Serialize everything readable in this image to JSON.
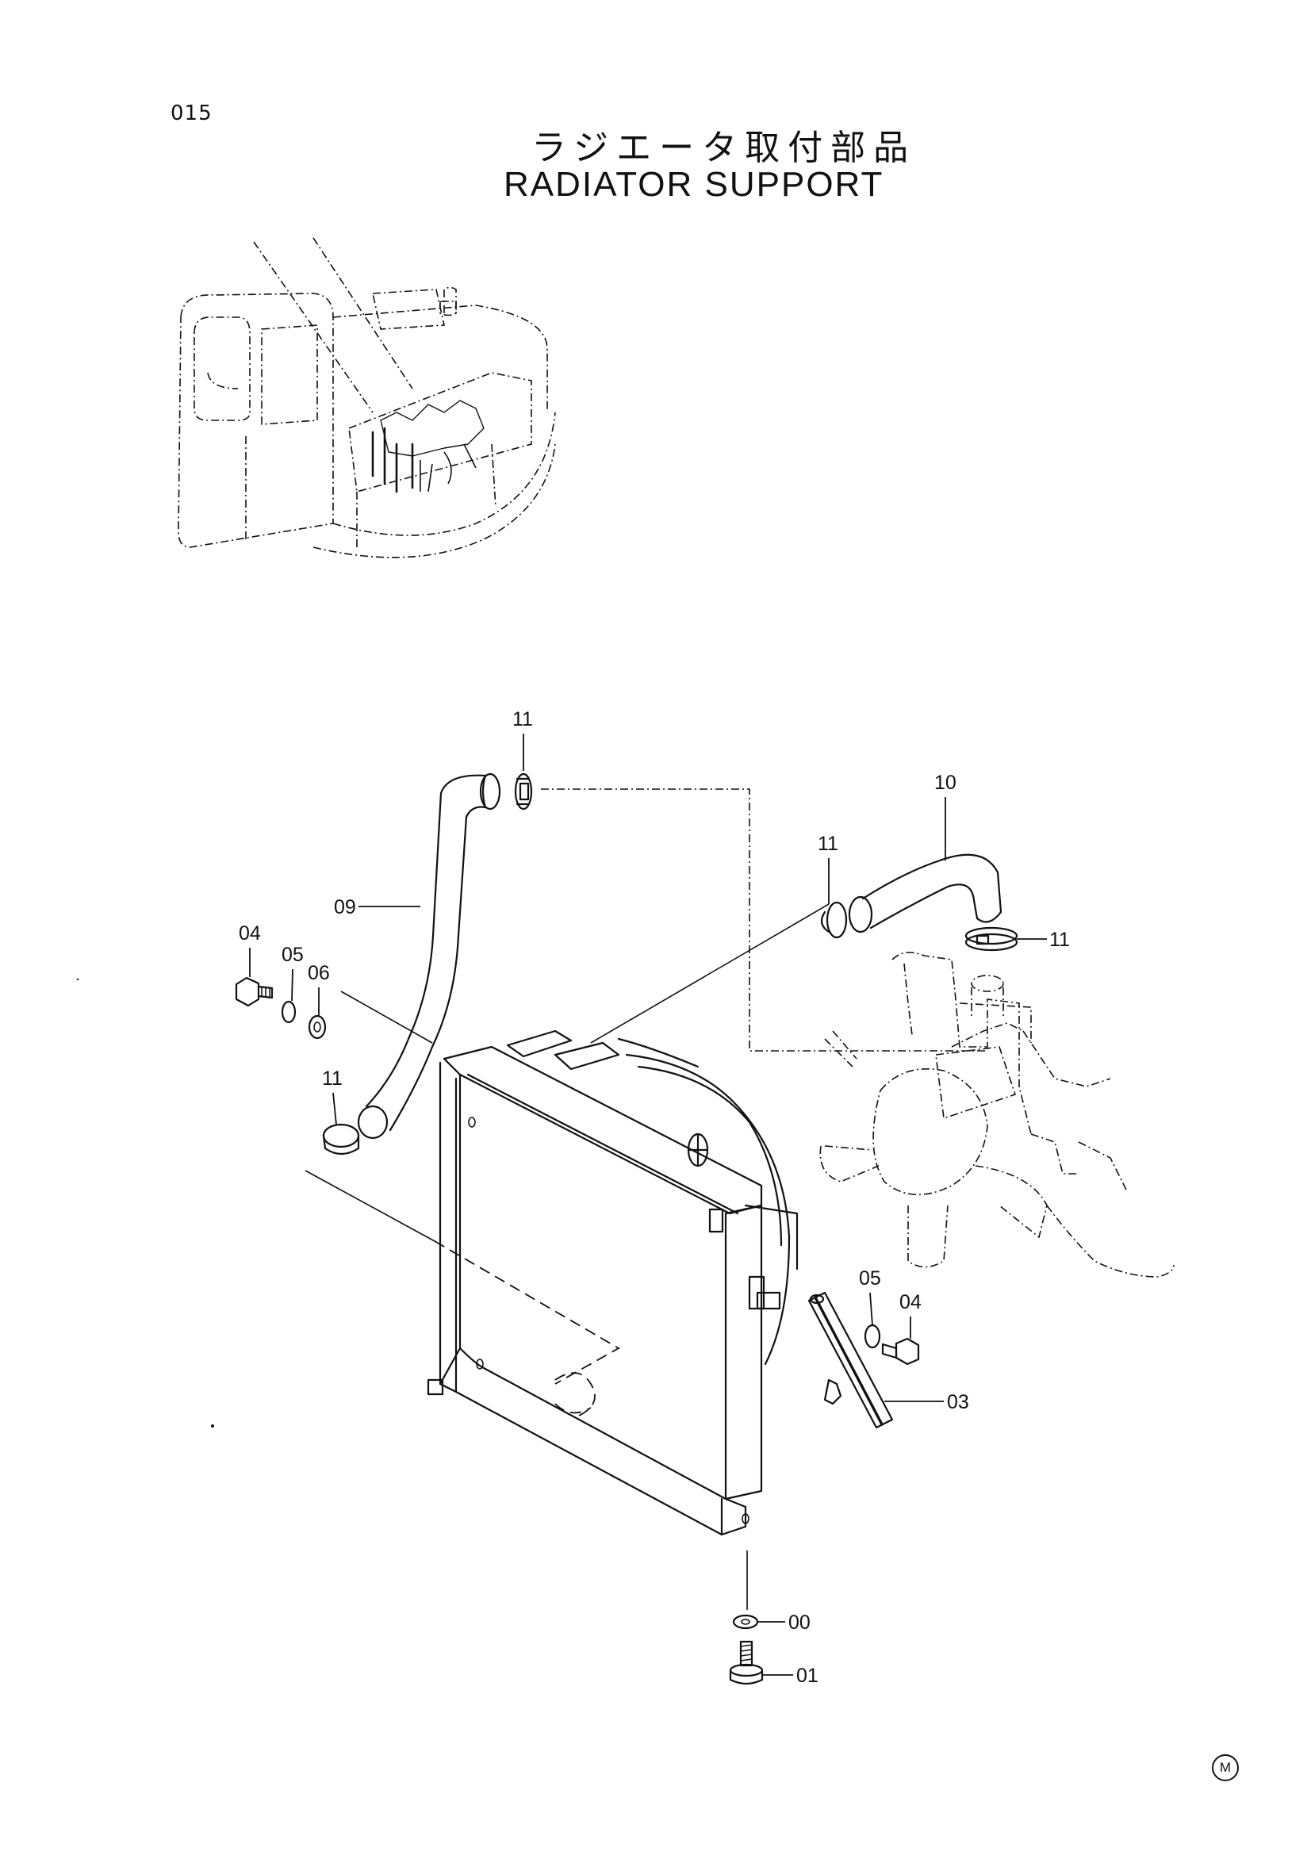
{
  "header": {
    "page_number": "015",
    "title_jp": "ラジエータ取付部品",
    "title_en": "RADIATOR SUPPORT"
  },
  "mark": "M",
  "callouts": [
    {
      "id": "c11a",
      "label": "11"
    },
    {
      "id": "c10",
      "label": "10"
    },
    {
      "id": "c11b",
      "label": "11"
    },
    {
      "id": "c09",
      "label": "09"
    },
    {
      "id": "c11c",
      "label": "11"
    },
    {
      "id": "c04a",
      "label": "04"
    },
    {
      "id": "c05a",
      "label": "05"
    },
    {
      "id": "c06",
      "label": "06"
    },
    {
      "id": "c11d",
      "label": "11"
    },
    {
      "id": "c05b",
      "label": "05"
    },
    {
      "id": "c04b",
      "label": "04"
    },
    {
      "id": "c03",
      "label": "03"
    },
    {
      "id": "c00",
      "label": "00"
    },
    {
      "id": "c01",
      "label": "01"
    }
  ]
}
